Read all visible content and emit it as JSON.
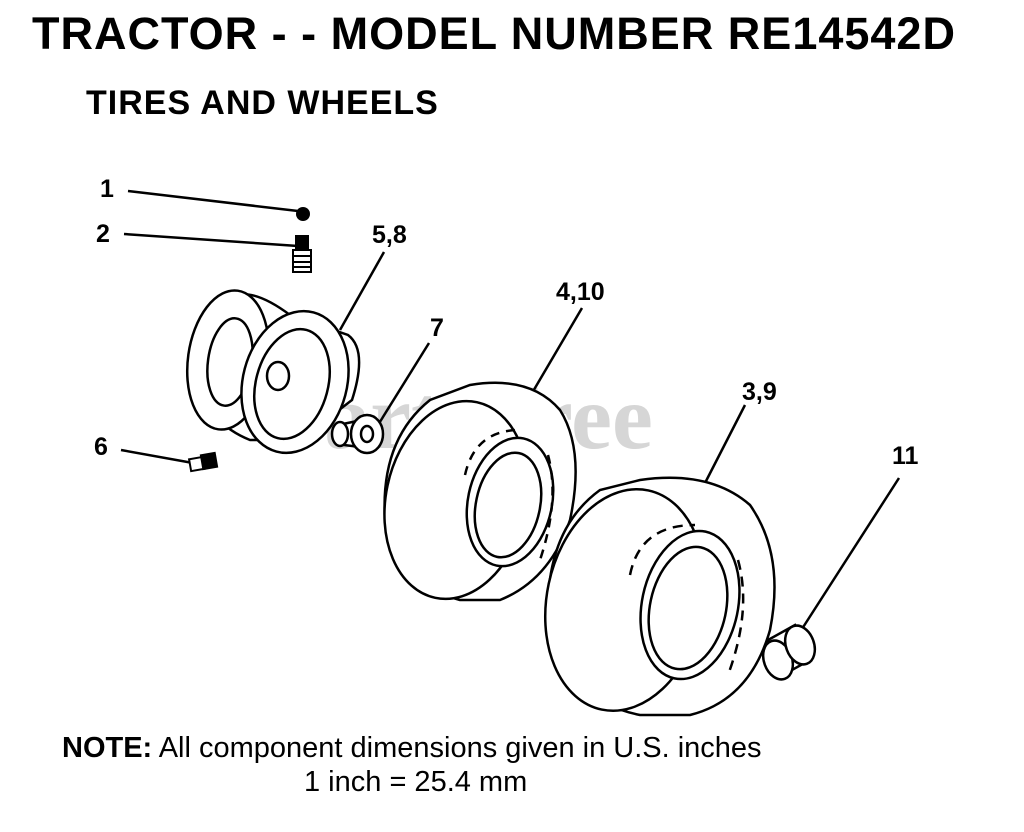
{
  "header": {
    "title": "TRACTOR - - MODEL NUMBER RE14542D",
    "subtitle": "TIRES AND WHEELS"
  },
  "watermark": "PartsTree",
  "callouts": [
    "1",
    "2",
    "5,8",
    "7",
    "4,10",
    "3,9",
    "6",
    "11"
  ],
  "note": {
    "label": "NOTE:",
    "text": "All component dimensions given in U.S. inches",
    "conversion": "1 inch = 25.4 mm"
  }
}
